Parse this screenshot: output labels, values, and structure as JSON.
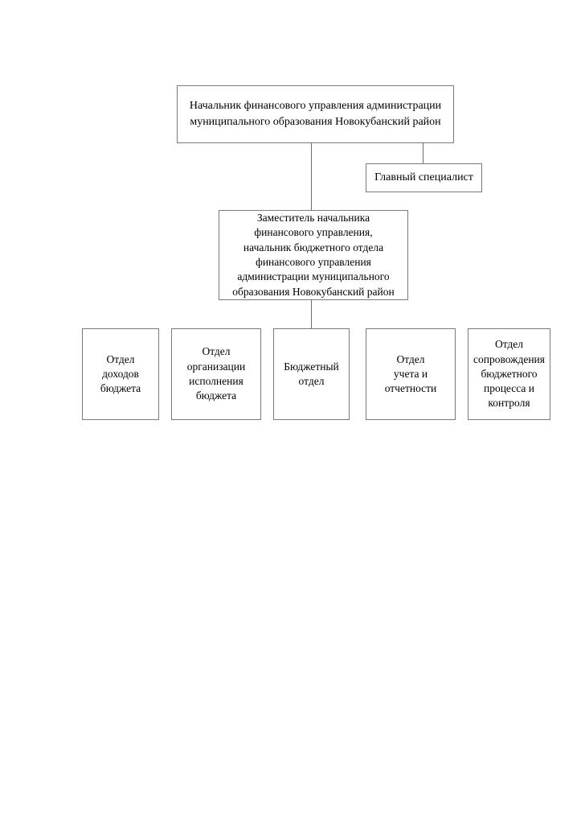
{
  "org_chart": {
    "nodes": {
      "head": {
        "label": "Начальник финансового управления администрации\nмуниципального образования Новокубанский район"
      },
      "chief_specialist": {
        "label": "Главный специалист"
      },
      "deputy": {
        "label": "Заместитель начальника\nфинансового управления,\nначальник бюджетного отдела\nфинансового управления\nадминистрации муниципального\nобразования Новокубанский район"
      },
      "dept_income": {
        "label": "Отдел\nдоходов\nбюджета"
      },
      "dept_execution": {
        "label": "Отдел\nорганизации\nисполнения\nбюджета"
      },
      "dept_budget": {
        "label": "Бюджетный\nотдел"
      },
      "dept_accounting": {
        "label": "Отдел\nучета и\nотчетности"
      },
      "dept_support": {
        "label": "Отдел\nсопровождения\nбюджетного\nпроцесса и\nконтроля"
      }
    },
    "edges": [
      {
        "from": "head",
        "to": "deputy"
      },
      {
        "from": "head",
        "to": "chief_specialist"
      },
      {
        "from": "deputy",
        "to": "dept_budget"
      }
    ],
    "colors": {
      "background": "#ffffff",
      "box_border": "#7a7a7a",
      "connector": "#6b6b6b",
      "text": "#000000"
    }
  }
}
